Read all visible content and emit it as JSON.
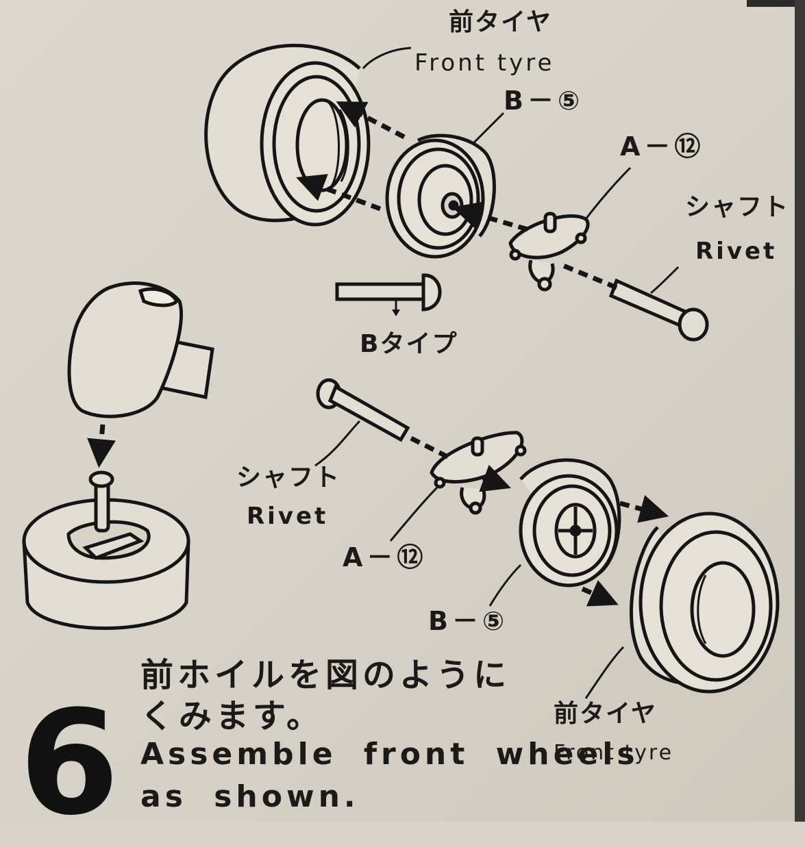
{
  "diagram": {
    "step_number": "6",
    "instructions": {
      "jp_line1": "前ホイルを図のように",
      "jp_line2": "くみます。",
      "en_line1": "Assemble front wheels",
      "en_line2": "as shown."
    },
    "upper_assembly": {
      "tyre_jp": "前タイヤ",
      "tyre_en": "Front tyre",
      "wheel_part": "B－⑤",
      "hub_part": "A－⑫",
      "rivet_jp": "シャフト",
      "rivet_en": "Rivet",
      "rivet_type": "Bタイプ"
    },
    "lower_assembly": {
      "rivet_jp": "シャフト",
      "rivet_en": "Rivet",
      "hub_part": "A－⑫",
      "wheel_part": "B－⑤",
      "tyre_jp": "前タイヤ",
      "tyre_en": "Front tyre"
    },
    "icons": [
      "hammer-icon",
      "arrow-icon",
      "rivet-icon",
      "tyre-icon",
      "wheel-icon"
    ]
  }
}
